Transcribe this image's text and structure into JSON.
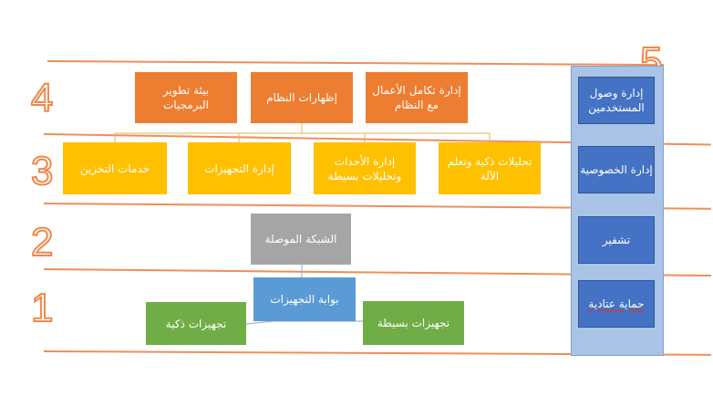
{
  "layer_numbers": {
    "n1": "1",
    "n2": "2",
    "n3": "3",
    "n4": "4",
    "n5": "5"
  },
  "layer4": {
    "box_right": "إدارة تكامل الأعمال مع النظام",
    "box_mid": "إظهارات النظام",
    "box_left": "بيئة تطوير البرمجيات"
  },
  "layer3": {
    "box_1": "تحليلات ذكية وتعلم الآلة",
    "box_2": "إدارة الأحداث وتحليلات بسيطة",
    "box_3": "إدارة التجهيزات",
    "box_4": "خدمات التخزين"
  },
  "layer2": {
    "network": "الشبكة الموصلة"
  },
  "layer1": {
    "gateway": "بوابة التجهيزات",
    "simple": "تجهيزات بسيطة",
    "smart": "تجهيزات ذكية"
  },
  "side_panel": {
    "access": "إدارة وصول المستخدمين",
    "privacy": "إدارة الخصوصية",
    "encryption": "تشفير",
    "protection": "حماية عتادية"
  },
  "colors": {
    "layer_line": "#ef8e58",
    "orange": "#ed7d31",
    "yellow": "#ffc000",
    "gray": "#a5a5a5",
    "blue": "#5b9bd5",
    "green": "#70ad47",
    "side_blue": "#4472c4",
    "side_panel": "#a9c4e6"
  }
}
